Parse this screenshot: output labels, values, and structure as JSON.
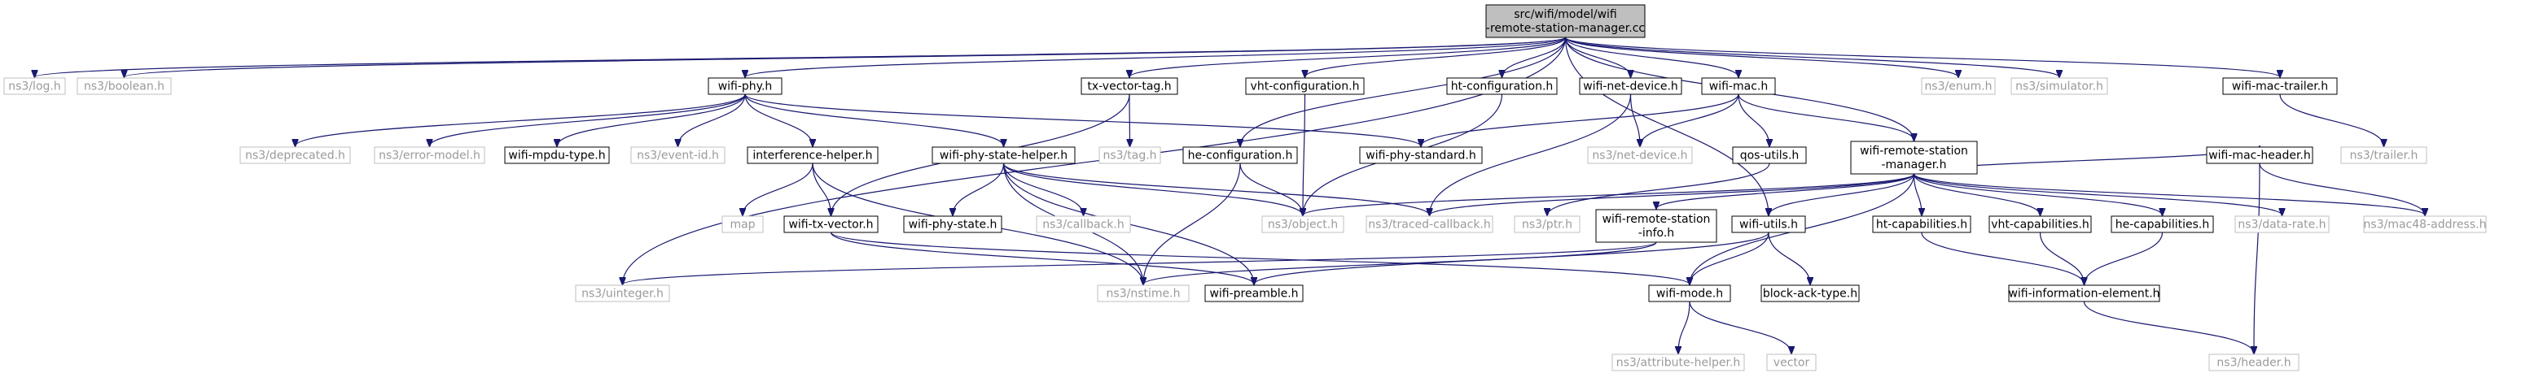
{
  "colors": {
    "edge": "#191970",
    "root_fill": "#bfbfbf",
    "dim_border": "#bfbfbf",
    "dim_text": "#9a9a9a"
  },
  "graph": {
    "root": "root",
    "nodes": [
      {
        "id": "root",
        "lines": [
          "src/wifi/model/wifi",
          "-remote-station-manager.cc"
        ],
        "style": "root"
      },
      {
        "id": "log",
        "lines": [
          "ns3/log.h"
        ],
        "style": "dim"
      },
      {
        "id": "boolean",
        "lines": [
          "ns3/boolean.h"
        ],
        "style": "dim"
      },
      {
        "id": "wifiphy",
        "lines": [
          "wifi-phy.h"
        ],
        "style": "normal"
      },
      {
        "id": "txvectortag",
        "lines": [
          "tx-vector-tag.h"
        ],
        "style": "normal"
      },
      {
        "id": "vhtconf",
        "lines": [
          "vht-configuration.h"
        ],
        "style": "normal"
      },
      {
        "id": "htconf",
        "lines": [
          "ht-configuration.h"
        ],
        "style": "normal"
      },
      {
        "id": "wifinetdev",
        "lines": [
          "wifi-net-device.h"
        ],
        "style": "normal"
      },
      {
        "id": "wifimac",
        "lines": [
          "wifi-mac.h"
        ],
        "style": "normal"
      },
      {
        "id": "enum",
        "lines": [
          "ns3/enum.h"
        ],
        "style": "dim"
      },
      {
        "id": "simulator",
        "lines": [
          "ns3/simulator.h"
        ],
        "style": "dim"
      },
      {
        "id": "wifimactrailer",
        "lines": [
          "wifi-mac-trailer.h"
        ],
        "style": "normal"
      },
      {
        "id": "deprecated",
        "lines": [
          "ns3/deprecated.h"
        ],
        "style": "dim"
      },
      {
        "id": "errormodel",
        "lines": [
          "ns3/error-model.h"
        ],
        "style": "dim"
      },
      {
        "id": "mpdutype",
        "lines": [
          "wifi-mpdu-type.h"
        ],
        "style": "normal"
      },
      {
        "id": "eventid",
        "lines": [
          "ns3/event-id.h"
        ],
        "style": "dim"
      },
      {
        "id": "interference",
        "lines": [
          "interference-helper.h"
        ],
        "style": "normal"
      },
      {
        "id": "phystatehelper",
        "lines": [
          "wifi-phy-state-helper.h"
        ],
        "style": "normal"
      },
      {
        "id": "tag",
        "lines": [
          "ns3/tag.h"
        ],
        "style": "dim"
      },
      {
        "id": "heconf",
        "lines": [
          "he-configuration.h"
        ],
        "style": "normal"
      },
      {
        "id": "phystandard",
        "lines": [
          "wifi-phy-standard.h"
        ],
        "style": "normal"
      },
      {
        "id": "netdevice",
        "lines": [
          "ns3/net-device.h"
        ],
        "style": "dim"
      },
      {
        "id": "qosutils",
        "lines": [
          "qos-utils.h"
        ],
        "style": "normal"
      },
      {
        "id": "rsm",
        "lines": [
          "wifi-remote-station",
          "-manager.h"
        ],
        "style": "normal"
      },
      {
        "id": "wifimacheader",
        "lines": [
          "wifi-mac-header.h"
        ],
        "style": "normal"
      },
      {
        "id": "trailer",
        "lines": [
          "ns3/trailer.h"
        ],
        "style": "dim"
      },
      {
        "id": "map",
        "lines": [
          "map"
        ],
        "style": "dim"
      },
      {
        "id": "txvector",
        "lines": [
          "wifi-tx-vector.h"
        ],
        "style": "normal"
      },
      {
        "id": "phystate",
        "lines": [
          "wifi-phy-state.h"
        ],
        "style": "normal"
      },
      {
        "id": "callback",
        "lines": [
          "ns3/callback.h"
        ],
        "style": "dim"
      },
      {
        "id": "object",
        "lines": [
          "ns3/object.h"
        ],
        "style": "dim"
      },
      {
        "id": "tracedcallback",
        "lines": [
          "ns3/traced-callback.h"
        ],
        "style": "dim"
      },
      {
        "id": "ptr",
        "lines": [
          "ns3/ptr.h"
        ],
        "style": "dim"
      },
      {
        "id": "rsinfo",
        "lines": [
          "wifi-remote-station",
          "-info.h"
        ],
        "style": "normal"
      },
      {
        "id": "wifiutils",
        "lines": [
          "wifi-utils.h"
        ],
        "style": "normal"
      },
      {
        "id": "htcap",
        "lines": [
          "ht-capabilities.h"
        ],
        "style": "normal"
      },
      {
        "id": "vhtcap",
        "lines": [
          "vht-capabilities.h"
        ],
        "style": "normal"
      },
      {
        "id": "hecap",
        "lines": [
          "he-capabilities.h"
        ],
        "style": "normal"
      },
      {
        "id": "datarate",
        "lines": [
          "ns3/data-rate.h"
        ],
        "style": "dim"
      },
      {
        "id": "mac48",
        "lines": [
          "ns3/mac48-address.h"
        ],
        "style": "dim"
      },
      {
        "id": "uinteger",
        "lines": [
          "ns3/uinteger.h"
        ],
        "style": "dim"
      },
      {
        "id": "nstime",
        "lines": [
          "ns3/nstime.h"
        ],
        "style": "dim"
      },
      {
        "id": "preamble",
        "lines": [
          "wifi-preamble.h"
        ],
        "style": "normal"
      },
      {
        "id": "wifimode",
        "lines": [
          "wifi-mode.h"
        ],
        "style": "normal"
      },
      {
        "id": "blockack",
        "lines": [
          "block-ack-type.h"
        ],
        "style": "normal"
      },
      {
        "id": "infoelement",
        "lines": [
          "wifi-information-element.h"
        ],
        "style": "normal"
      },
      {
        "id": "attrhelper",
        "lines": [
          "ns3/attribute-helper.h"
        ],
        "style": "dim"
      },
      {
        "id": "vector",
        "lines": [
          "vector"
        ],
        "style": "dim"
      },
      {
        "id": "header",
        "lines": [
          "ns3/header.h"
        ],
        "style": "dim"
      }
    ],
    "edges": [
      [
        "root",
        "log"
      ],
      [
        "root",
        "boolean"
      ],
      [
        "root",
        "wifiphy"
      ],
      [
        "root",
        "txvectortag"
      ],
      [
        "root",
        "vhtconf"
      ],
      [
        "root",
        "htconf"
      ],
      [
        "root",
        "wifinetdev"
      ],
      [
        "root",
        "wifimac"
      ],
      [
        "root",
        "enum"
      ],
      [
        "root",
        "simulator"
      ],
      [
        "root",
        "wifimactrailer"
      ],
      [
        "root",
        "heconf"
      ],
      [
        "root",
        "rsm"
      ],
      [
        "root",
        "wifiutils"
      ],
      [
        "root",
        "uinteger"
      ],
      [
        "wifiphy",
        "deprecated"
      ],
      [
        "wifiphy",
        "errormodel"
      ],
      [
        "wifiphy",
        "mpdutype"
      ],
      [
        "wifiphy",
        "eventid"
      ],
      [
        "wifiphy",
        "interference"
      ],
      [
        "wifiphy",
        "phystatehelper"
      ],
      [
        "wifiphy",
        "phystandard"
      ],
      [
        "txvectortag",
        "tag"
      ],
      [
        "txvectortag",
        "txvector"
      ],
      [
        "vhtconf",
        "object"
      ],
      [
        "htconf",
        "object"
      ],
      [
        "heconf",
        "object"
      ],
      [
        "heconf",
        "nstime"
      ],
      [
        "wifinetdev",
        "netdevice"
      ],
      [
        "wifinetdev",
        "tracedcallback"
      ],
      [
        "wifimac",
        "phystandard"
      ],
      [
        "wifimac",
        "netdevice"
      ],
      [
        "wifimac",
        "qosutils"
      ],
      [
        "wifimac",
        "rsm"
      ],
      [
        "wifimactrailer",
        "trailer"
      ],
      [
        "interference",
        "map"
      ],
      [
        "interference",
        "txvector"
      ],
      [
        "interference",
        "nstime"
      ],
      [
        "phystatehelper",
        "phystate"
      ],
      [
        "phystatehelper",
        "callback"
      ],
      [
        "phystatehelper",
        "object"
      ],
      [
        "phystatehelper",
        "tracedcallback"
      ],
      [
        "phystatehelper",
        "nstime"
      ],
      [
        "phystatehelper",
        "preamble"
      ],
      [
        "qosutils",
        "ptr"
      ],
      [
        "rsm",
        "object"
      ],
      [
        "rsm",
        "tracedcallback"
      ],
      [
        "rsm",
        "rsinfo"
      ],
      [
        "rsm",
        "wifiutils"
      ],
      [
        "rsm",
        "htcap"
      ],
      [
        "rsm",
        "vhtcap"
      ],
      [
        "rsm",
        "hecap"
      ],
      [
        "rsm",
        "datarate"
      ],
      [
        "rsm",
        "mac48"
      ],
      [
        "rsm",
        "wifimacheader"
      ],
      [
        "rsm",
        "wifimode"
      ],
      [
        "wifimacheader",
        "mac48"
      ],
      [
        "wifimacheader",
        "header"
      ],
      [
        "txvector",
        "wifimode"
      ],
      [
        "txvector",
        "preamble"
      ],
      [
        "rsinfo",
        "uinteger"
      ],
      [
        "rsinfo",
        "nstime"
      ],
      [
        "wifiutils",
        "wifimode"
      ],
      [
        "wifiutils",
        "blockack"
      ],
      [
        "wifiutils",
        "preamble"
      ],
      [
        "htcap",
        "infoelement"
      ],
      [
        "vhtcap",
        "infoelement"
      ],
      [
        "hecap",
        "infoelement"
      ],
      [
        "infoelement",
        "header"
      ],
      [
        "wifimode",
        "attrhelper"
      ],
      [
        "wifimode",
        "vector"
      ]
    ]
  }
}
